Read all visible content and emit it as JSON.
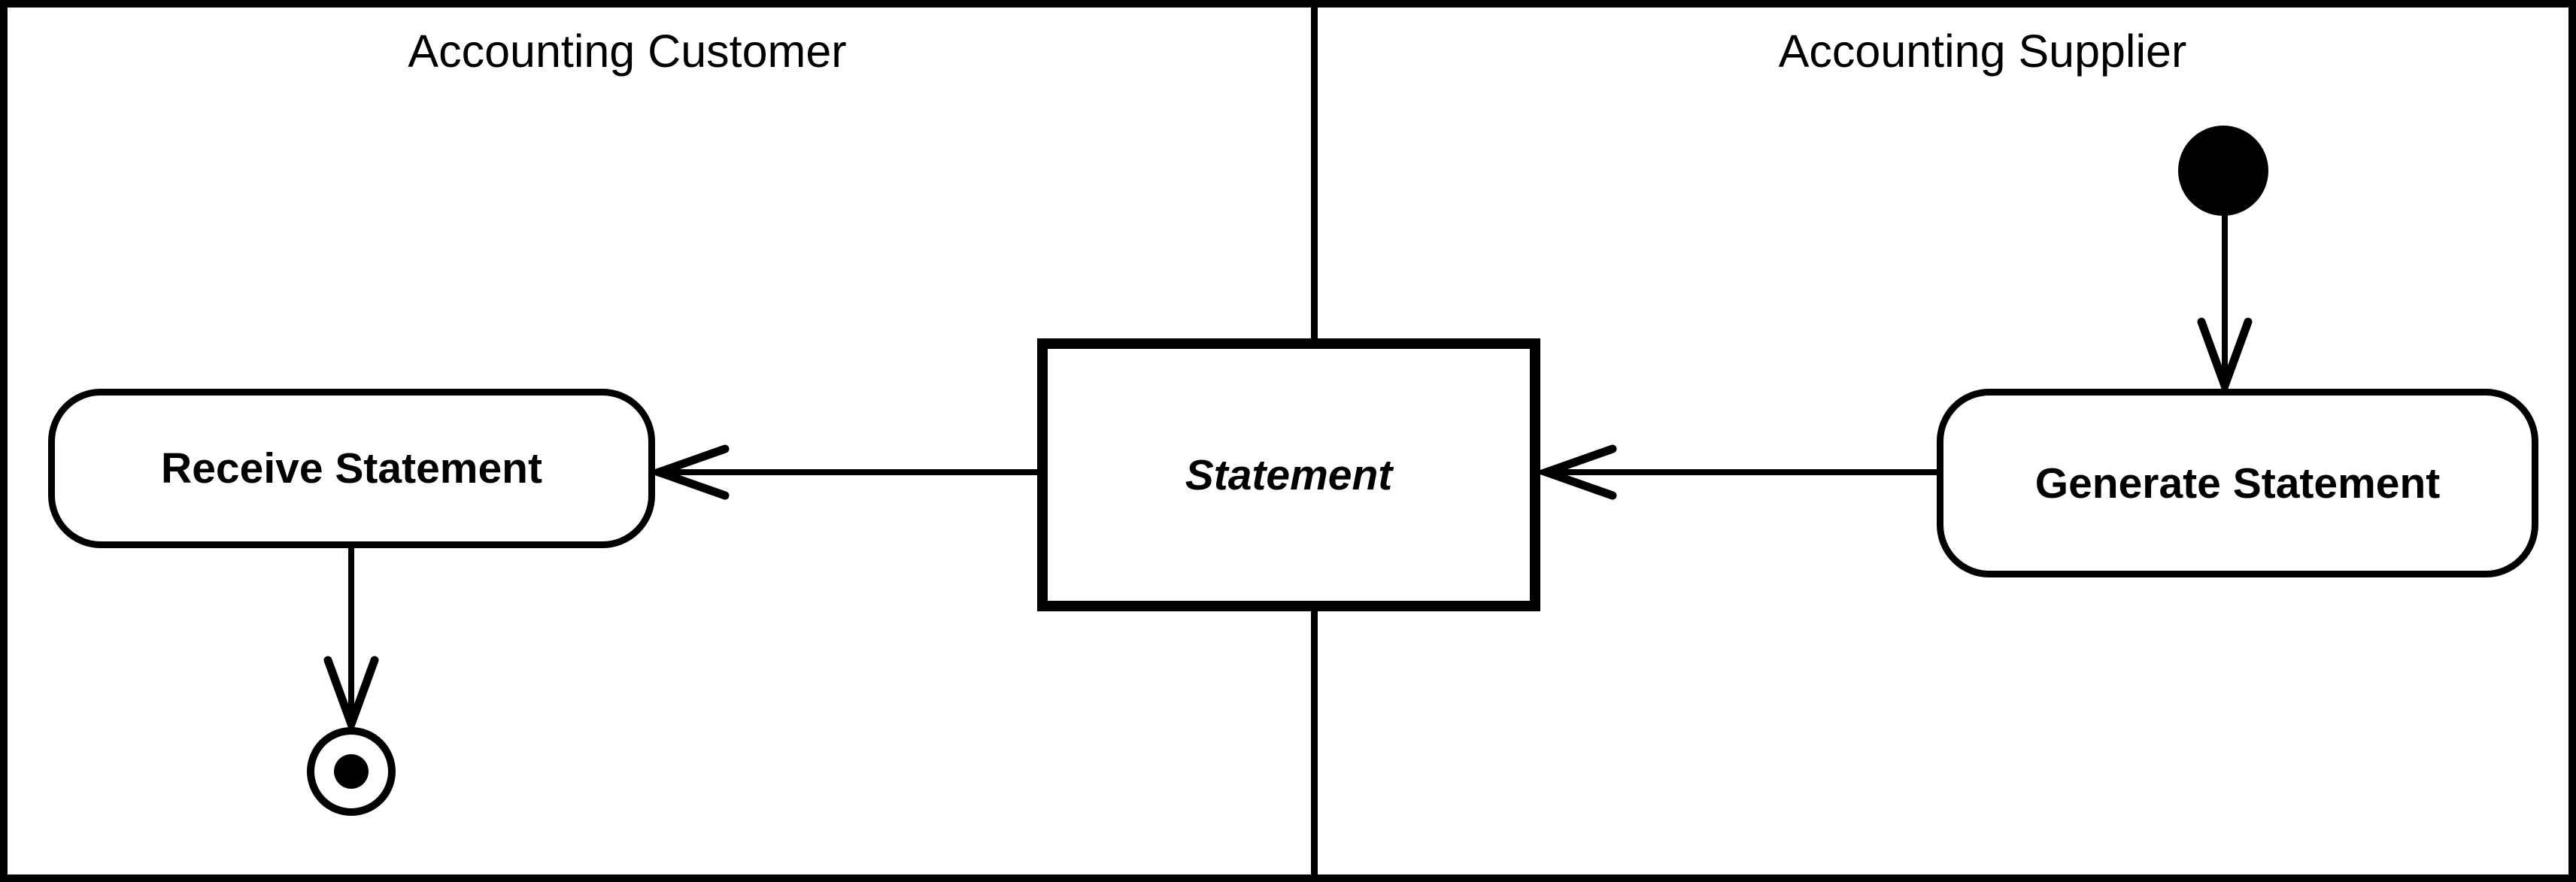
{
  "diagram": {
    "type": "uml-activity-swimlane",
    "background_color": "#ffffff",
    "line_color": "#000000",
    "lanes": [
      {
        "title": "Accounting Customer"
      },
      {
        "title": "Accounting Supplier"
      }
    ],
    "nodes": {
      "initial": {
        "type": "initial-node",
        "lane": "Accounting Supplier",
        "label": ""
      },
      "generate": {
        "type": "action",
        "lane": "Accounting Supplier",
        "label": "Generate Statement"
      },
      "statement": {
        "type": "object-node",
        "lane": "between-lanes",
        "label": "Statement"
      },
      "receive": {
        "type": "action",
        "lane": "Accounting Customer",
        "label": "Receive Statement"
      },
      "final": {
        "type": "activity-final-node",
        "lane": "Accounting Customer",
        "label": ""
      }
    },
    "edges": [
      {
        "from": "initial",
        "to": "generate",
        "direction": "down"
      },
      {
        "from": "generate",
        "to": "statement",
        "direction": "left"
      },
      {
        "from": "statement",
        "to": "receive",
        "direction": "left"
      },
      {
        "from": "receive",
        "to": "final",
        "direction": "down"
      }
    ]
  }
}
